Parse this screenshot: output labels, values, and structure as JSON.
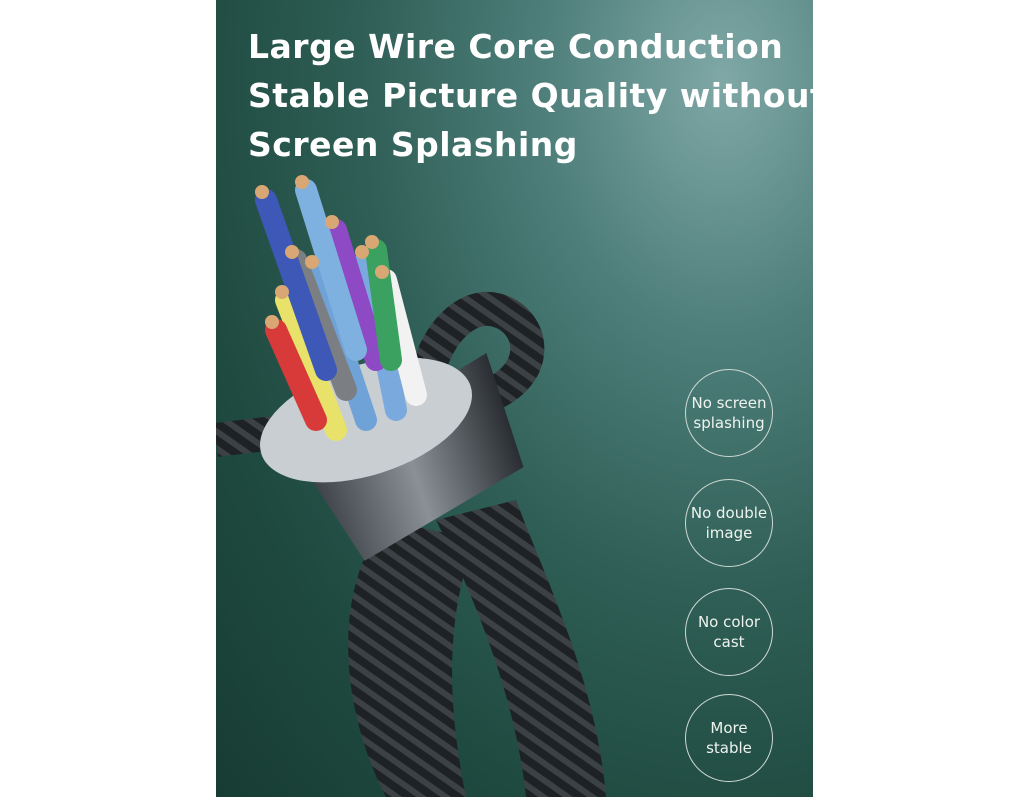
{
  "headline": [
    "Large Wire Core Conduction",
    "Stable Picture Quality without",
    "Screen Splashing"
  ],
  "badges": [
    "No screen splashing",
    "No double image",
    "No color cast",
    "More stable"
  ],
  "colors": {
    "background": "#1f4a40",
    "text": "#ffffff",
    "badge_border": "#cfd9d3"
  }
}
